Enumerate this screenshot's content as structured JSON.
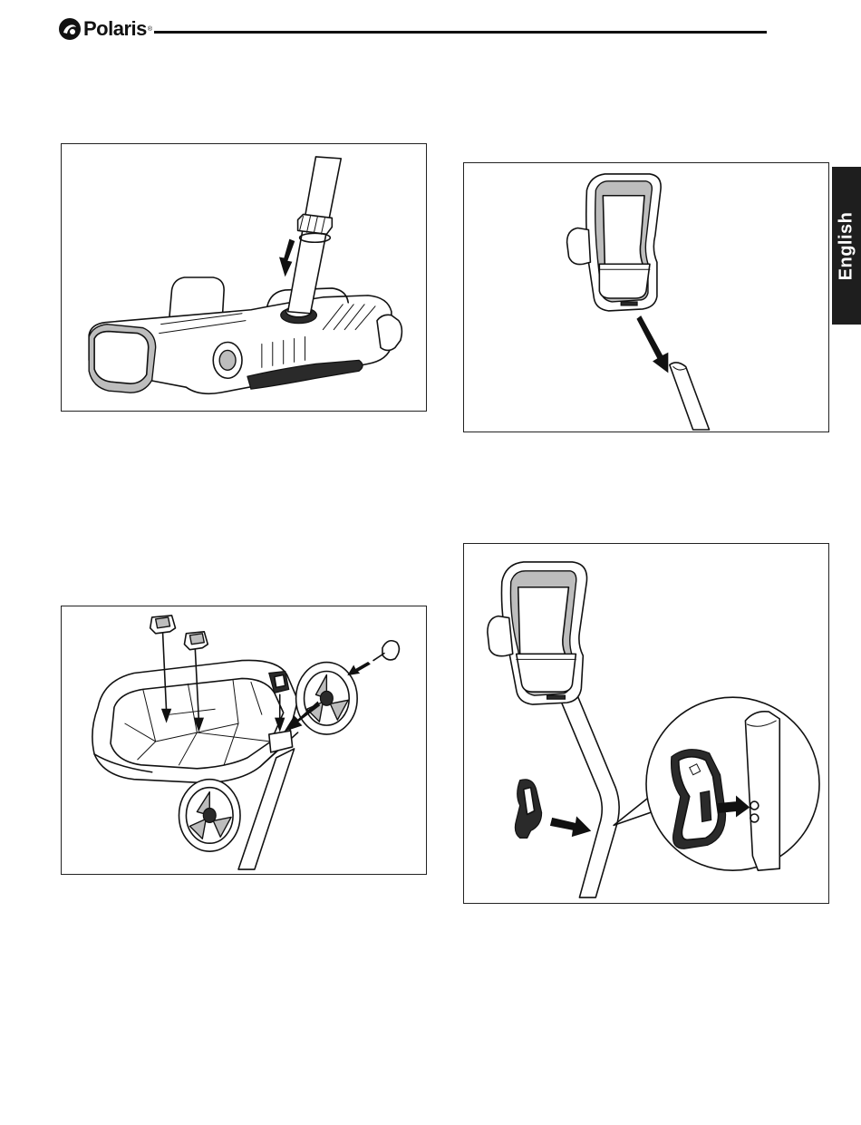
{
  "header": {
    "brand": "Polaris",
    "brand_tm": "®"
  },
  "side_tab": {
    "label": "English"
  },
  "figures": [
    {
      "id": "fig1",
      "icon": "cleaner-hose-attach-illustration"
    },
    {
      "id": "fig2",
      "icon": "handle-onto-pole-illustration"
    },
    {
      "id": "fig3",
      "icon": "caddy-cart-assembly-illustration"
    },
    {
      "id": "fig4",
      "icon": "handle-clip-detail-illustration"
    }
  ]
}
